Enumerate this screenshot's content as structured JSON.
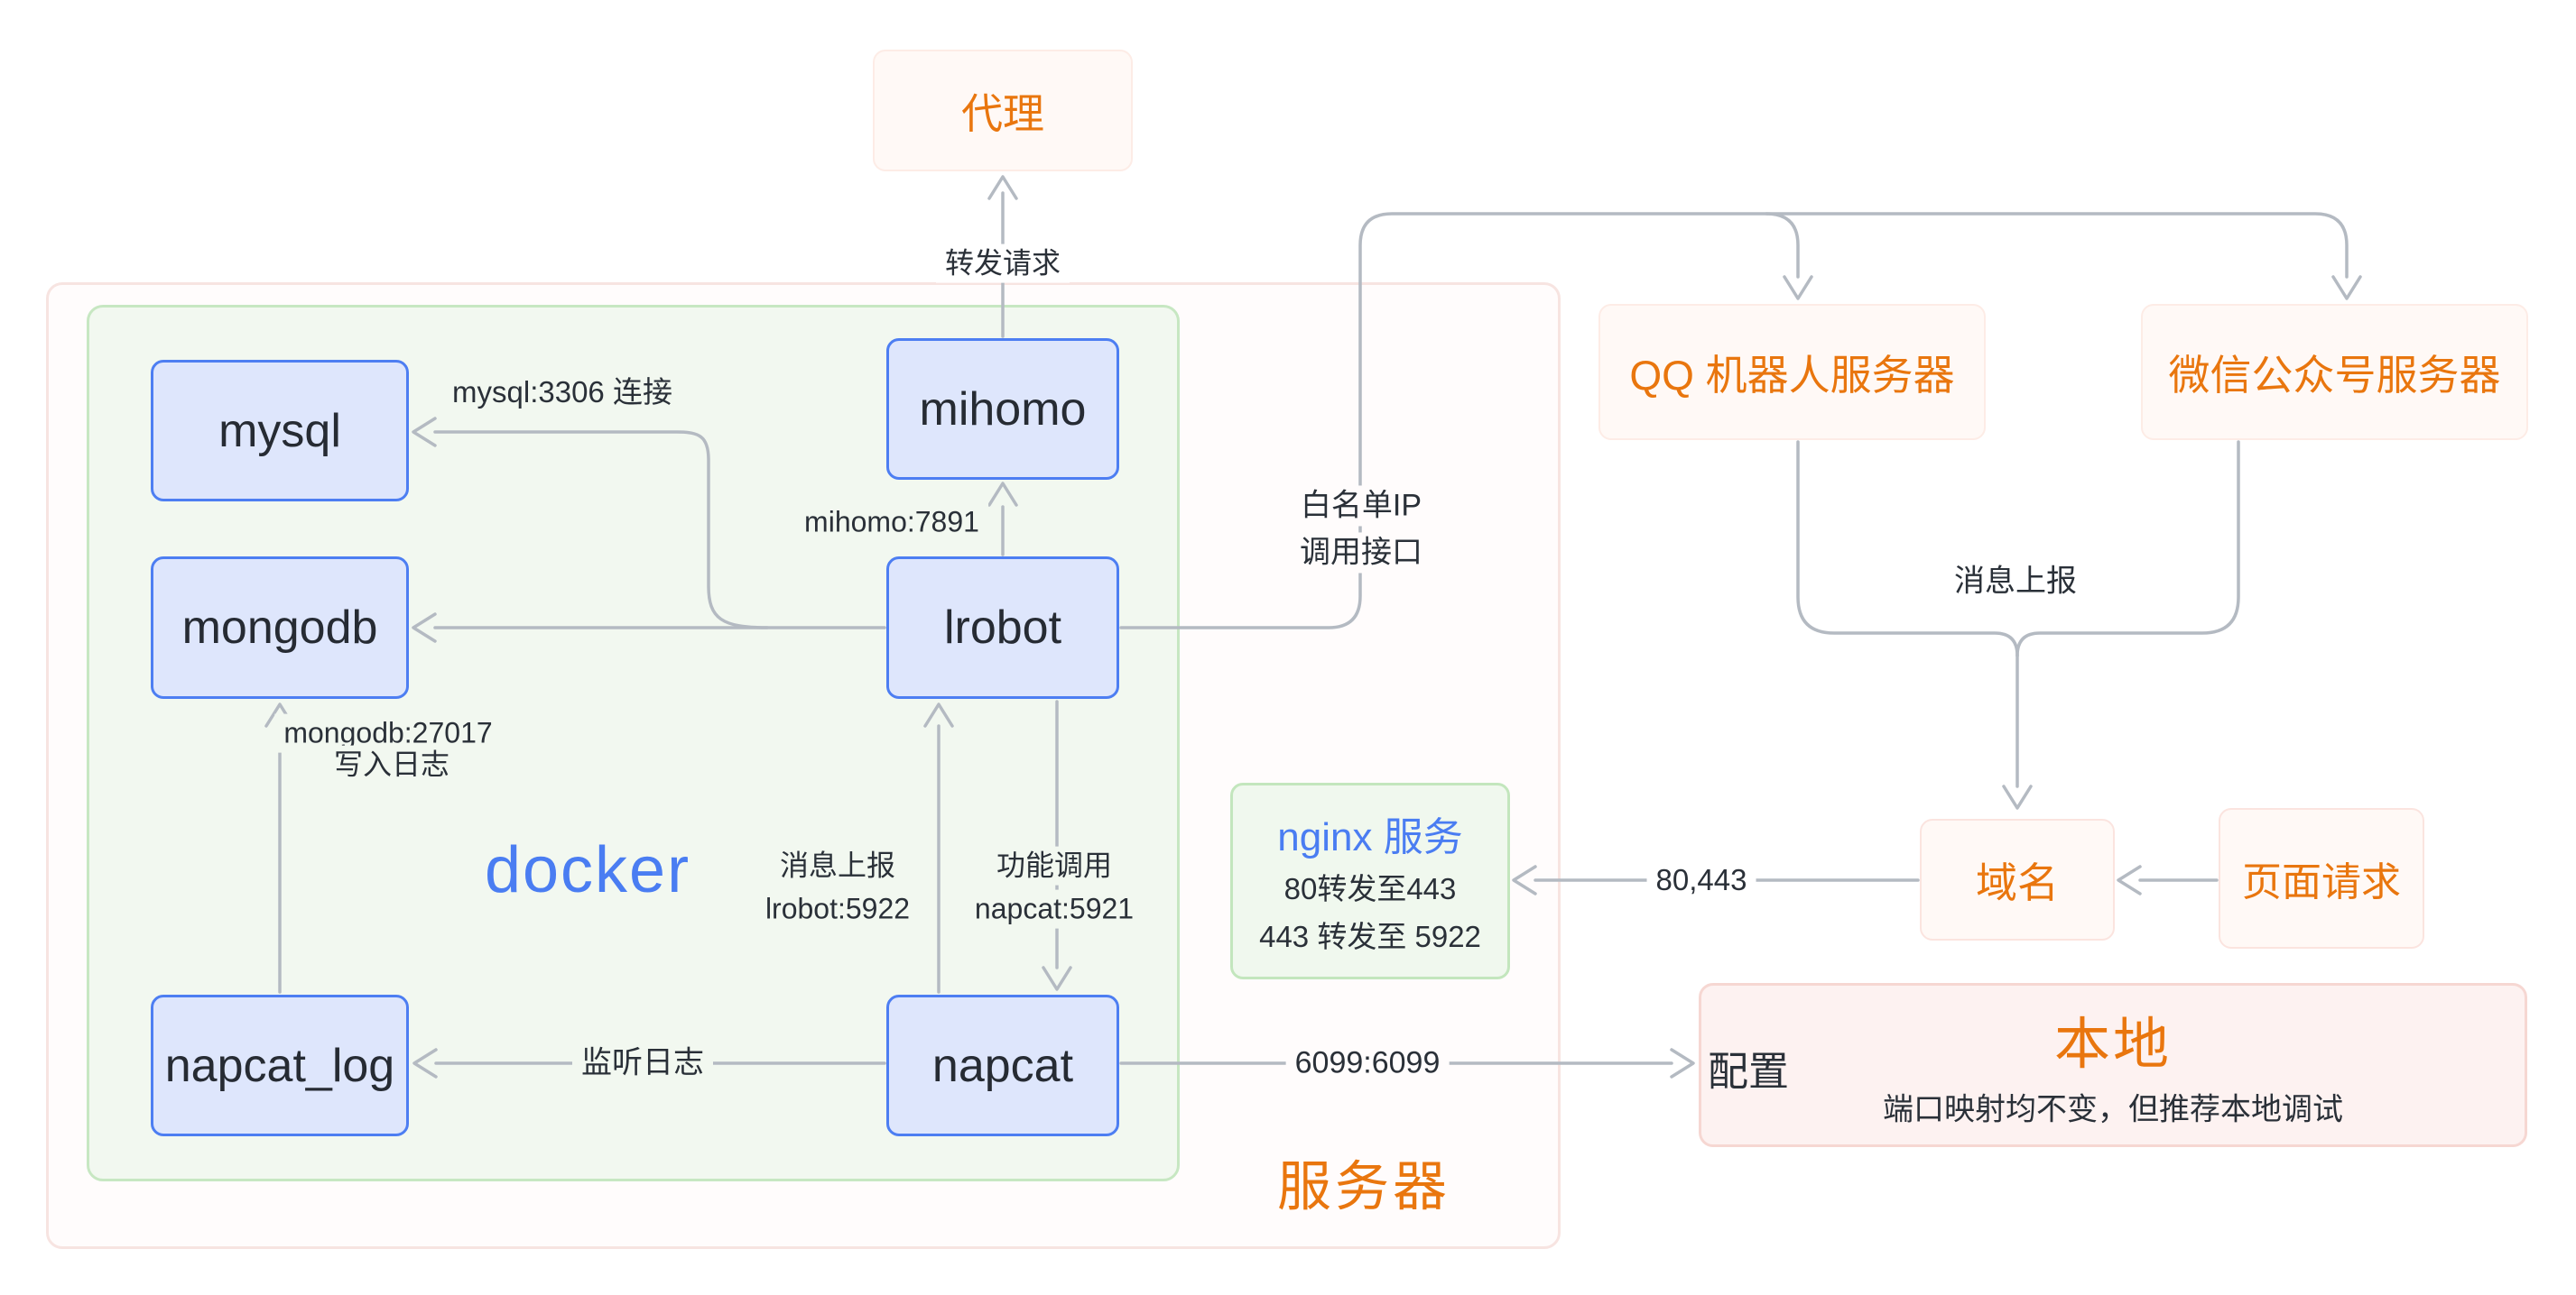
{
  "containers": {
    "server": {
      "label": "服务器"
    },
    "docker": {
      "label": "docker"
    },
    "nginx": {
      "title": "nginx 服务",
      "line1": "80转发至443",
      "line2": "443 转发至 5922"
    },
    "local": {
      "title": "本地",
      "config_label": "配置",
      "note": "端口映射均不变，但推荐本地调试"
    }
  },
  "nodes": {
    "proxy": {
      "label": "代理"
    },
    "mysql": {
      "label": "mysql"
    },
    "mongodb": {
      "label": "mongodb"
    },
    "napcat_log": {
      "label": "napcat_log"
    },
    "mihomo": {
      "label": "mihomo"
    },
    "lrobot": {
      "label": "lrobot"
    },
    "napcat": {
      "label": "napcat"
    },
    "qq_server": {
      "label": "QQ 机器人服务器"
    },
    "wechat_server": {
      "label": "微信公众号服务器"
    },
    "domain": {
      "label": "域名"
    },
    "page_request": {
      "label": "页面请求"
    }
  },
  "edge_labels": {
    "forward_request": "转发请求",
    "mysql_connect": "mysql:3306 连接",
    "mihomo_port": "mihomo:7891",
    "mongodb_port": "mongodb:27017",
    "write_log": "写入日志",
    "msg_report_left": "消息上报",
    "lrobot_port": "lrobot:5922",
    "func_call": "功能调用",
    "napcat_port": "napcat:5921",
    "listen_log": "监听日志",
    "whitelist_ip": "白名单IP",
    "call_api": "调用接口",
    "port_6099": "6099:6099",
    "msg_report_right": "消息上报",
    "ports_80_443": "80,443"
  },
  "colors": {
    "accent_orange": "#e9760e",
    "accent_blue": "#4a7df2",
    "line_gray": "#b4bac2",
    "node_fill": "#dee6fc",
    "node_border": "#4d7ef2",
    "docker_fill": "#f2f8f0",
    "docker_border": "#c7e7c2",
    "server_fill": "#fffcfc",
    "server_border": "#f7e4e1",
    "orange_node_fill": "#fff9f6",
    "orange_node_border": "#fdece6",
    "local_fill": "#fdf2f1",
    "local_border": "#f6d7d2",
    "text_dark": "#2a3038"
  }
}
